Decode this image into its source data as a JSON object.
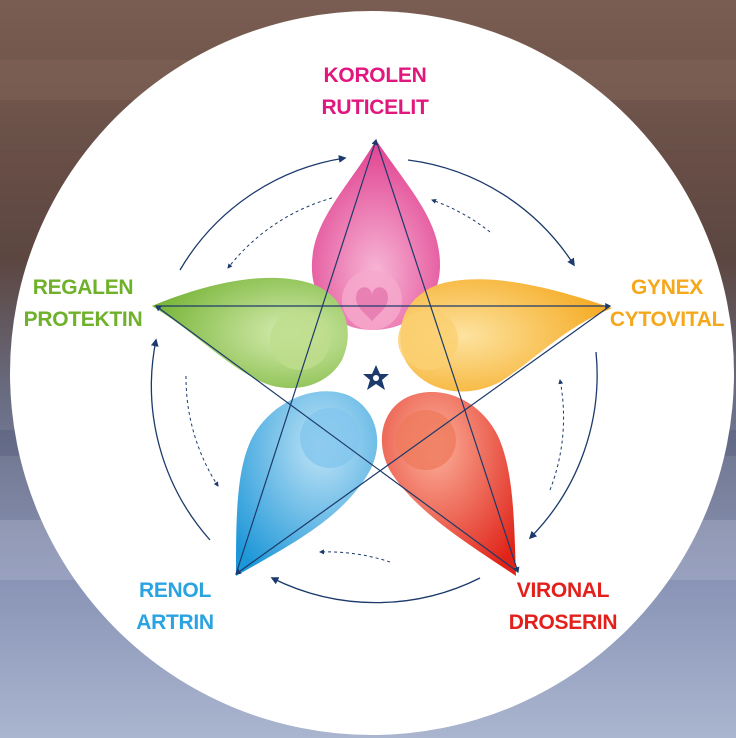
{
  "colors": {
    "pink": "#e2177e",
    "orange": "#f5a81c",
    "green": "#6fb12b",
    "blue": "#2aa3e0",
    "red": "#e3201b",
    "navy": "#1c3a6b"
  },
  "petals": [
    {
      "id": "top",
      "line1": "KOROLEN",
      "line2": "RUTICELIT",
      "color": "#e2177e"
    },
    {
      "id": "right",
      "line1": "GYNEX",
      "line2": "CYTOVITAL",
      "color": "#f5a81c"
    },
    {
      "id": "botright",
      "line1": "VIRONAL",
      "line2": "DROSERIN",
      "color": "#e3201b"
    },
    {
      "id": "botleft",
      "line1": "RENOL",
      "line2": "ARTRIN",
      "color": "#2aa3e0"
    },
    {
      "id": "left",
      "line1": "REGALEN",
      "line2": "PROTEKTIN",
      "color": "#6fb12b"
    }
  ],
  "center_icon": "flower-icon"
}
